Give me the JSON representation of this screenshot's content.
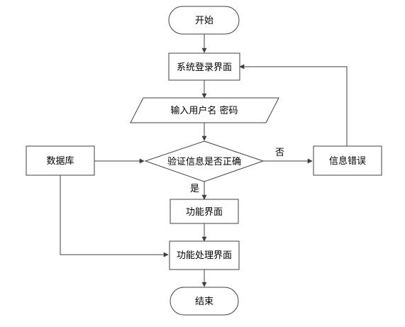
{
  "nodes": {
    "start": "开始",
    "login": "系统登录界面",
    "input": "输入用户名 密码",
    "validate": "验证信息是否正确",
    "database": "数据库",
    "error": "信息错误",
    "function": "功能界面",
    "process": "功能处理界面",
    "end": "结束"
  },
  "edge_labels": {
    "no": "否",
    "yes": "是"
  }
}
